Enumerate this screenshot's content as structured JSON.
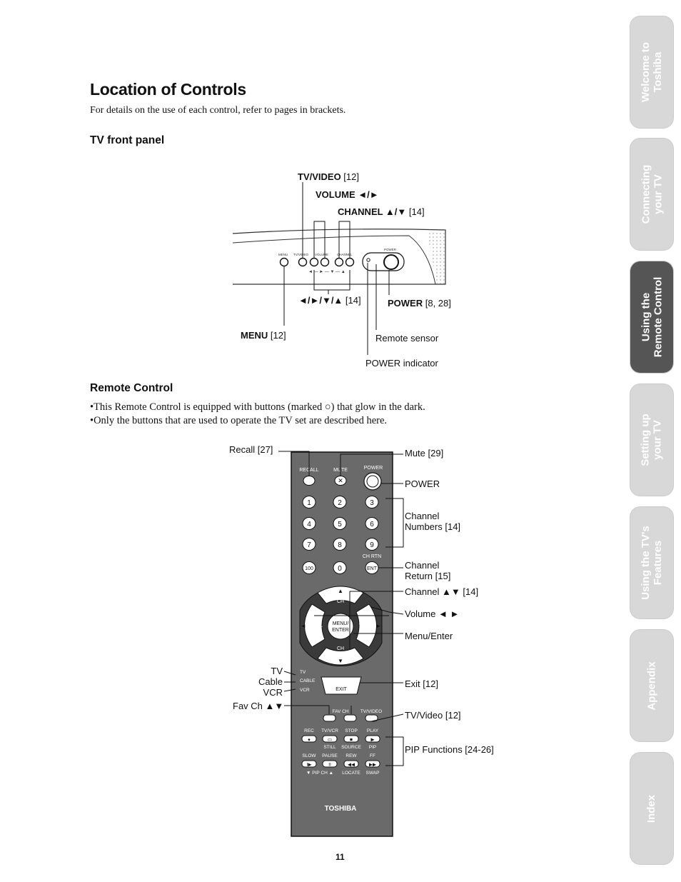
{
  "page": {
    "title": "Location of Controls",
    "intro": "For details on the use of each control, refer to pages in brackets.",
    "page_number": "11"
  },
  "front_panel": {
    "heading": "TV front panel",
    "callouts": {
      "tv_video": {
        "bold": "TV/VIDEO",
        "ref": " [12]"
      },
      "volume": {
        "bold": "VOLUME ◄/►",
        "ref": ""
      },
      "channel": {
        "bold": "CHANNEL ▲/▼",
        "ref": " [14]"
      },
      "arrows": {
        "bold": "◄/►/▼/▲",
        "ref": " [14]"
      },
      "power": {
        "bold": "POWER",
        "ref": " [8, 28]"
      },
      "menu": {
        "bold": "MENU",
        "ref": " [12]"
      },
      "remote_sensor": "Remote sensor",
      "power_indicator": "POWER indicator"
    },
    "panel_labels": {
      "menu": "MENU",
      "tvvideo": "TV/VIDEO",
      "volume": "VOLUME",
      "channel": "CHANNEL",
      "power": "POWER"
    }
  },
  "remote": {
    "heading": "Remote Control",
    "bullets": [
      "This Remote Control is equipped with buttons (marked ○) that glow in the dark.",
      "Only the buttons that are used to operate the TV set are described here."
    ],
    "callouts": {
      "recall": "Recall [27]",
      "mute": "Mute [29]",
      "power": "POWER",
      "channel_numbers_1": "Channel",
      "channel_numbers_2": "Numbers [14]",
      "channel_return_1": "Channel",
      "channel_return_2": "Return [15]",
      "channel_updown": "Channel ▲▼ [14]",
      "volume": "Volume ◄ ►",
      "menu_enter": "Menu/Enter",
      "tv": "TV",
      "cable": "Cable",
      "vcr": "VCR",
      "exit": "Exit [12]",
      "fav_ch": "Fav Ch ▲▼",
      "tv_video": "TV/Video [12]",
      "pip": "PIP Functions [24-26]"
    },
    "labels": {
      "recall": "RECALL",
      "mute": "MUTE",
      "power": "POWER",
      "ch_rtn": "CH RTN",
      "ent": "ENT",
      "hundred": "100",
      "ch": "CH",
      "vol": "VOL",
      "menu": "MENU/",
      "enter": "ENTER",
      "tv": "TV",
      "cable": "CABLE",
      "vcr": "VCR",
      "exit": "EXIT",
      "fav_ch": "FAV CH",
      "tvvideo": "TV/VIDEO",
      "rec": "REC",
      "tvvcr": "TV/VCR",
      "stop": "STOP",
      "play": "PLAY",
      "still": "STILL",
      "source": "SOURCE",
      "pip": "PIP",
      "slow": "SLOW",
      "pause": "PAUSE",
      "rew": "REW",
      "ff": "FF",
      "pipch": "▼ PIP CH ▲",
      "locate": "LOCATE",
      "swap": "SWAP",
      "brand": "TOSHIBA"
    },
    "digits": [
      "1",
      "2",
      "3",
      "4",
      "5",
      "6",
      "7",
      "8",
      "9",
      "0"
    ]
  },
  "tabs": [
    {
      "line1": "Welcome to",
      "line2": "Toshiba",
      "active": false
    },
    {
      "line1": "Connecting",
      "line2": "your TV",
      "active": false
    },
    {
      "line1": "Using the",
      "line2": "Remote Control",
      "active": true
    },
    {
      "line1": "Setting up",
      "line2": "your TV",
      "active": false
    },
    {
      "line1": "Using the TV's",
      "line2": "Features",
      "active": false
    },
    {
      "line1": "Appendix",
      "line2": "",
      "active": false
    },
    {
      "line1": "Index",
      "line2": "",
      "active": false
    }
  ]
}
